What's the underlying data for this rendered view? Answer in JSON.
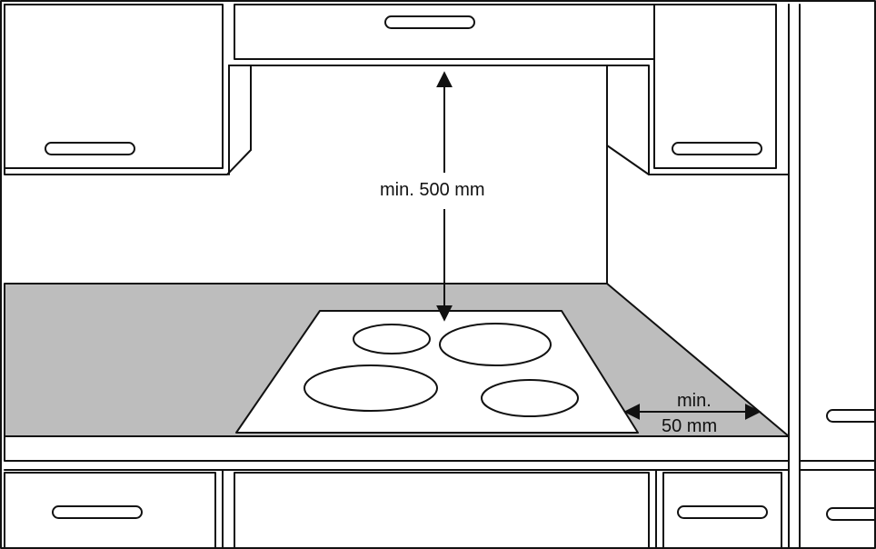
{
  "labels": {
    "height_clearance": "min. 500 mm",
    "side_clearance_line1": "min.",
    "side_clearance_line2": "50 mm"
  },
  "colors": {
    "line": "#111111",
    "countertop": "#bdbdbd",
    "cabinet_fill": "#ffffff",
    "background": "#ffffff"
  }
}
